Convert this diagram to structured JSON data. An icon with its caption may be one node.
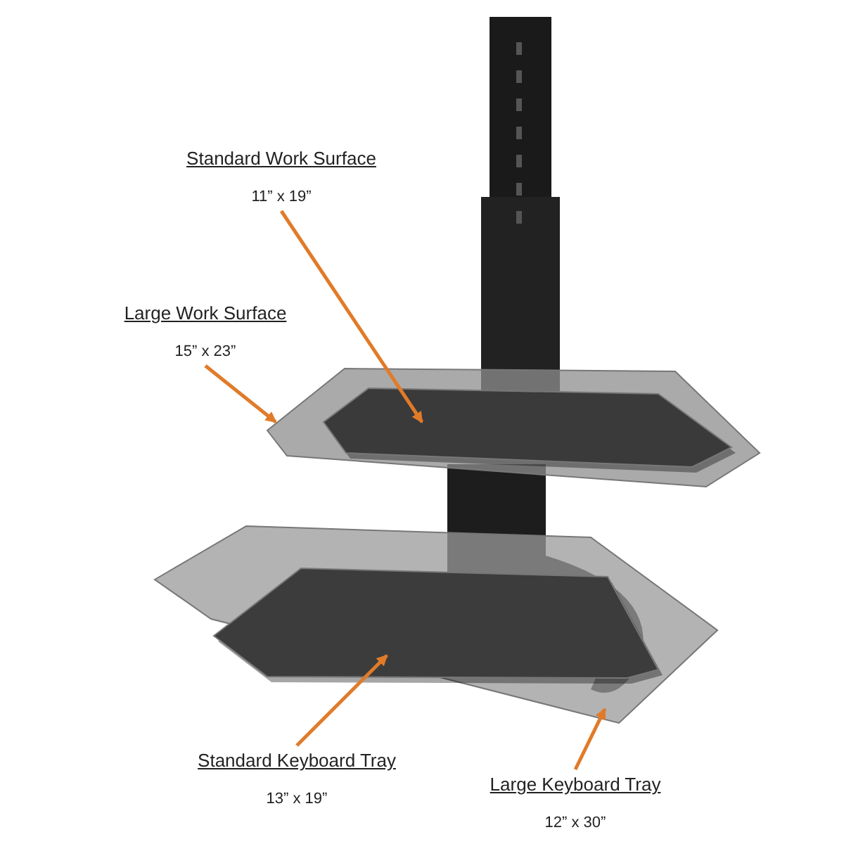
{
  "diagram": {
    "nodes": [
      {
        "text": [
          "Standard Work Surface",
          "11” x 19”"
        ]
      },
      {
        "text": [
          "Large Work Surface",
          "15” x 23”"
        ]
      },
      {
        "text": [
          "Standard Keyboard Tray",
          "13” x 19”"
        ]
      },
      {
        "text": [
          "Large Keyboard Tray",
          "12” x 30”"
        ]
      },
      {
        "text": [],
        "shape": "picture",
        "in": 5
      },
      {
        "text": [],
        "shape": "picture"
      },
      {
        "text": [],
        "shape": "picture",
        "in": 7
      },
      {
        "text": [],
        "shape": "picture"
      }
    ],
    "edges": [
      {
        "from": 0,
        "to": 4,
        "arrow": "to"
      },
      {
        "from": 1,
        "to": 5,
        "arrow": "to"
      },
      {
        "from": 2,
        "to": 6,
        "arrow": "to"
      },
      {
        "from": 3,
        "to": 7,
        "arrow": "to"
      }
    ]
  }
}
